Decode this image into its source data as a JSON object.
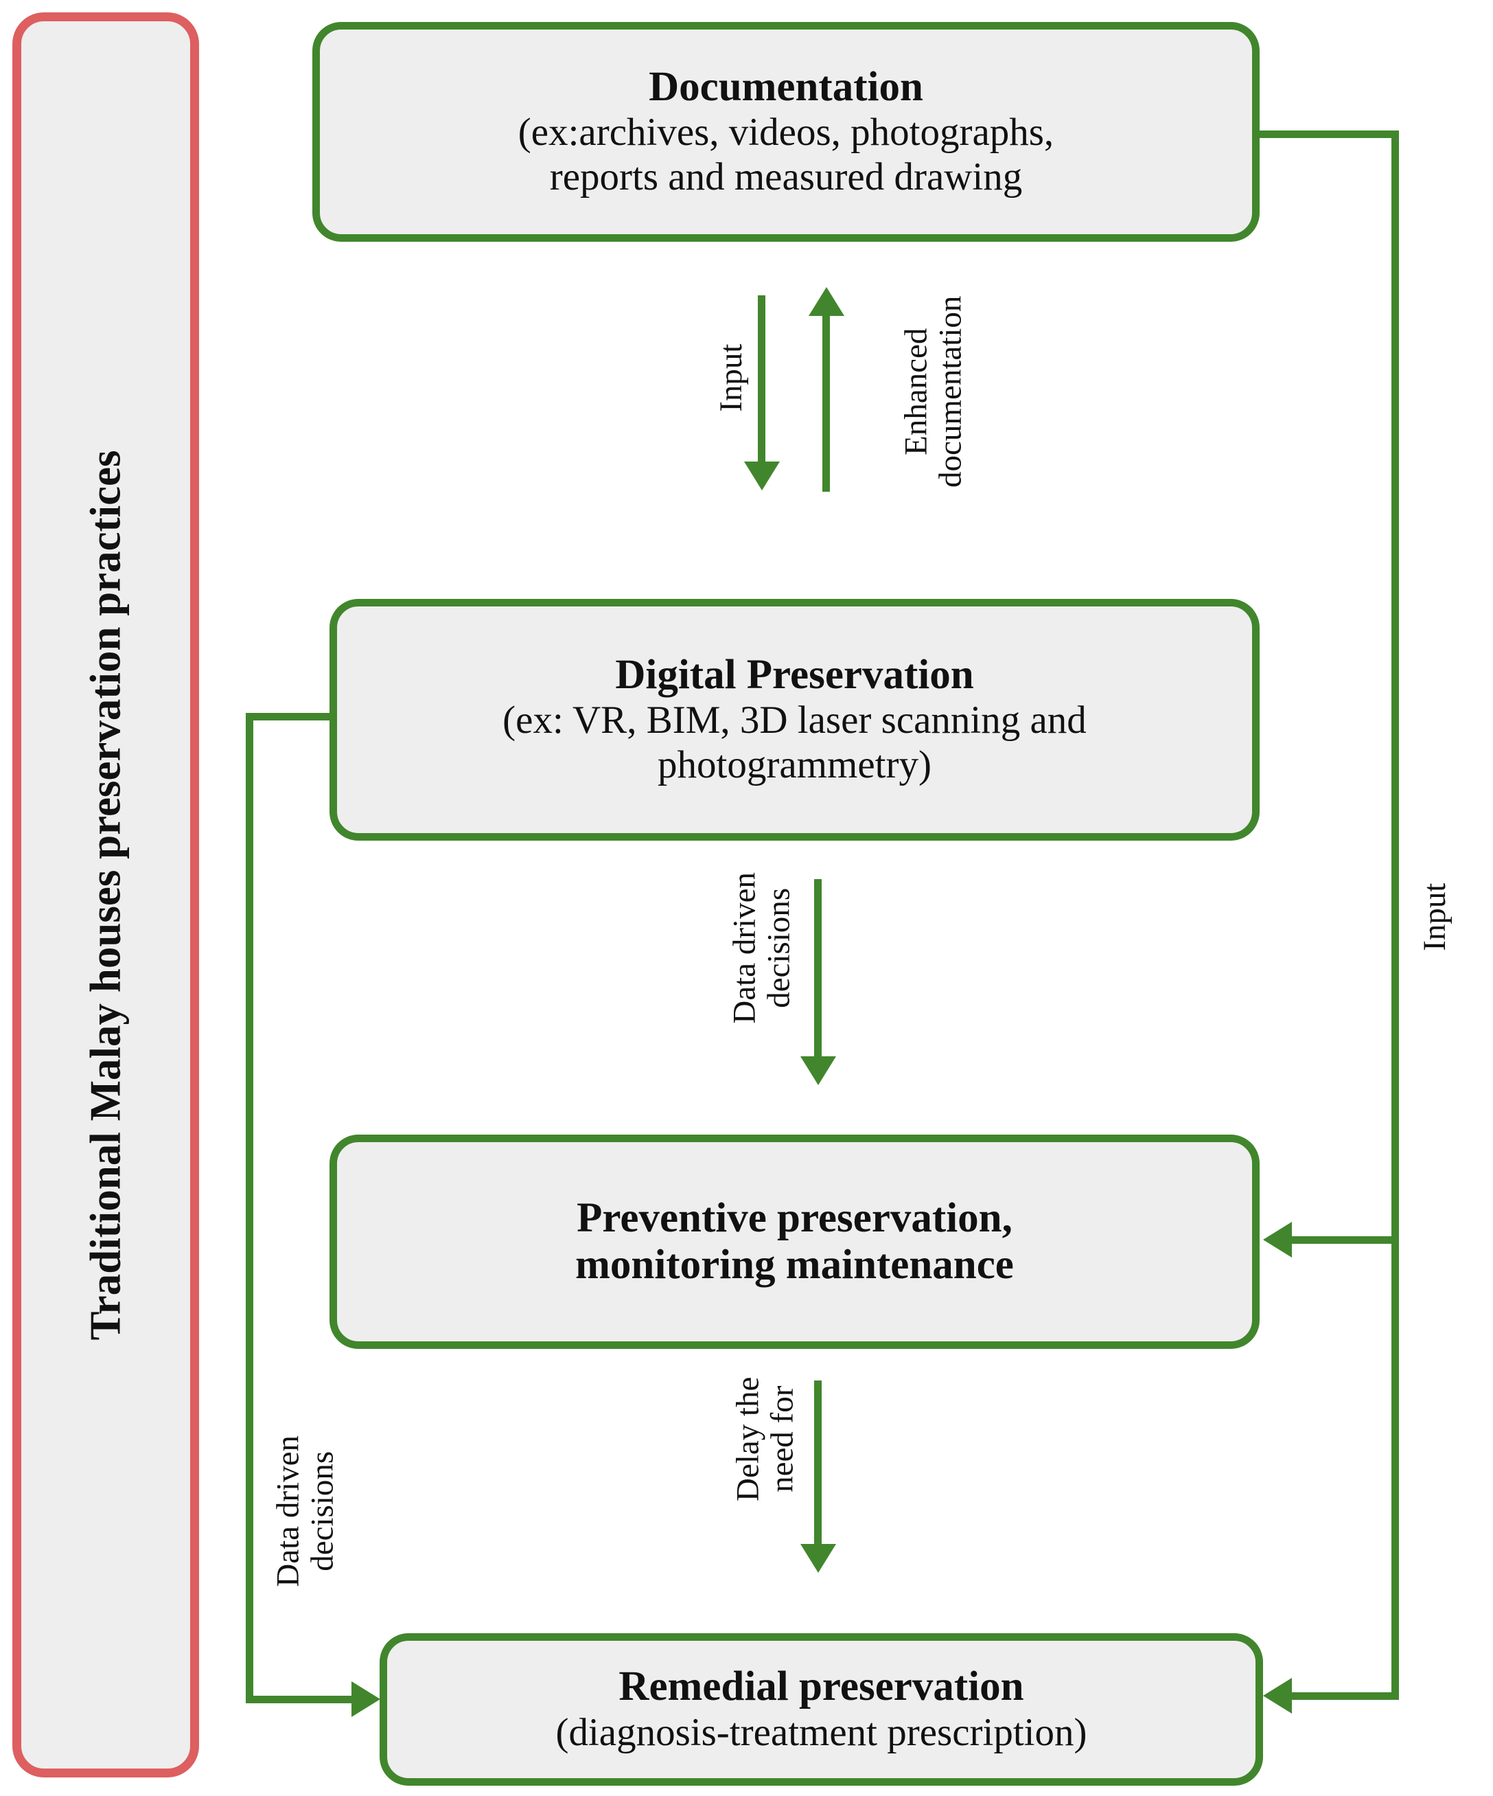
{
  "diagram": {
    "title_sidebar": "Traditional Malay houses preservation practices",
    "accent_green": "#41862c",
    "accent_red": "#dd5f60",
    "box_fill": "#eeeeee"
  },
  "boxes": [
    {
      "id": "documentation",
      "title": "Documentation",
      "subtitle_line1": "(ex:archives, videos, photographs,",
      "subtitle_line2": "reports and measured drawing"
    },
    {
      "id": "digital-preservation",
      "title": "Digital Preservation",
      "subtitle_line1": "(ex: VR, BIM, 3D laser scanning and",
      "subtitle_line2": "photogrammetry)"
    },
    {
      "id": "preventive-preservation",
      "title_line1": "Preventive preservation,",
      "title_line2": "monitoring maintenance"
    },
    {
      "id": "remedial-preservation",
      "title": "Remedial preservation",
      "subtitle": "(diagnosis-treatment prescription)"
    }
  ],
  "edges": [
    {
      "id": "doc-to-digital",
      "label": "Input"
    },
    {
      "id": "digital-to-doc",
      "label": "Enhanced\ndocumentation"
    },
    {
      "id": "digital-to-preventive",
      "label": "Data driven\ndecisions"
    },
    {
      "id": "preventive-to-remedial",
      "label": "Delay the\nneed for"
    },
    {
      "id": "digital-to-remedial",
      "label": "Data driven\ndecisions"
    },
    {
      "id": "doc-to-right-branch",
      "label": "Input"
    }
  ]
}
